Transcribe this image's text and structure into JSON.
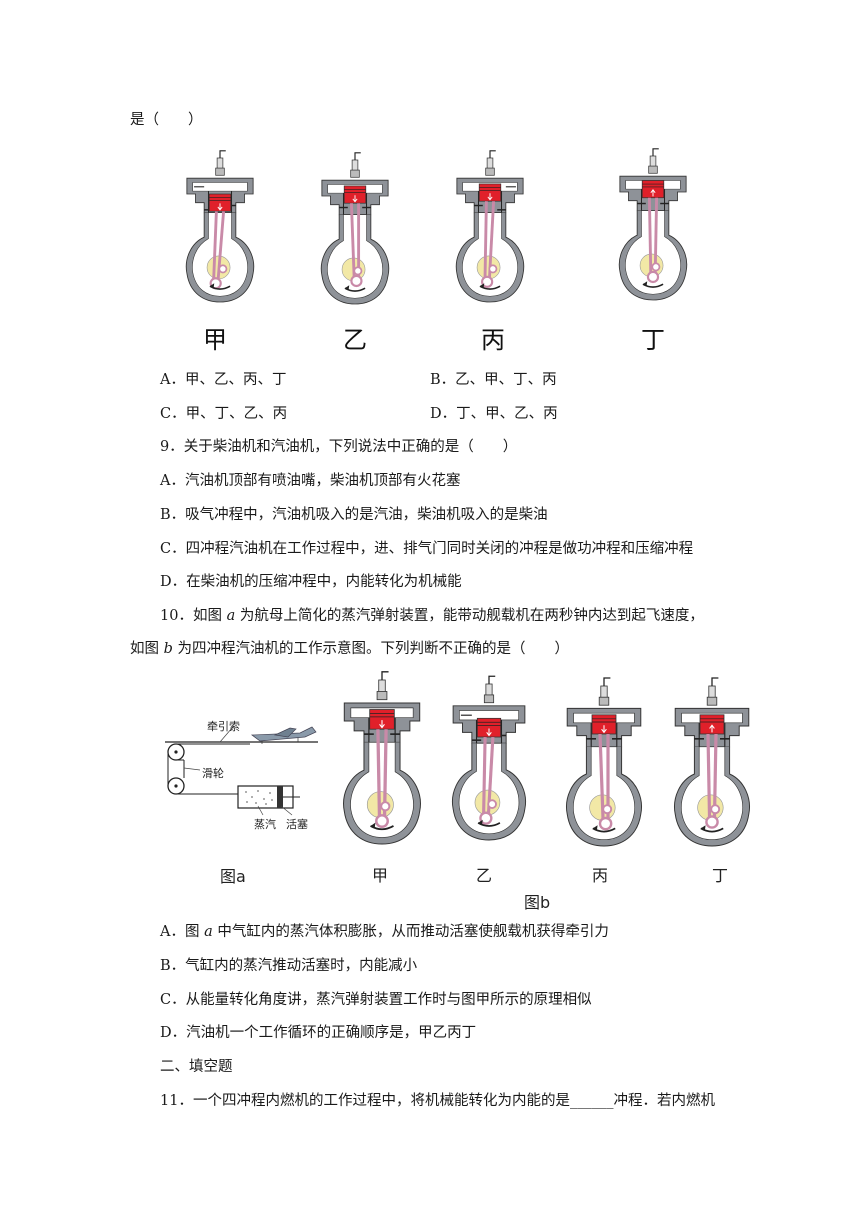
{
  "q8": {
    "stem_tail": "是（　　）",
    "figure_labels": [
      "甲",
      "乙",
      "丙",
      "丁"
    ],
    "options": [
      {
        "label": "A．甲、乙、丙、丁"
      },
      {
        "label": "B．乙、甲、丁、丙"
      },
      {
        "label": "C．甲、丁、乙、丙"
      },
      {
        "label": "D．丁、甲、乙、丙"
      }
    ]
  },
  "q9": {
    "stem": "9．关于柴油机和汽油机，下列说法中正确的是（　　）",
    "options": [
      "A．汽油机顶部有喷油嘴，柴油机顶部有火花塞",
      "B．吸气冲程中，汽油机吸入的是汽油，柴油机吸入的是柴油",
      "C．四冲程汽油机在工作过程中，进、排气门同时关闭的冲程是做功冲程和压缩冲程",
      "D．在柴油机的压缩冲程中，内能转化为机械能"
    ]
  },
  "q10": {
    "stem_line1_a": "10．如图",
    "stem_line1_var": "a",
    "stem_line1_b": "为航母上简化的蒸汽弹射装置，能带动舰载机在两秒钟内达到起飞速度，",
    "stem_line2_a": "如图",
    "stem_line2_var": "b",
    "stem_line2_b": "为四冲程汽油机的工作示意图。下列判断不正确的是（　　）",
    "fig_a": {
      "labels": {
        "rope": "牵引索",
        "pulley": "滑轮",
        "steam": "蒸汽",
        "piston": "活塞"
      },
      "caption": "图a"
    },
    "fig_b": {
      "labels": [
        "甲",
        "乙",
        "丙",
        "丁"
      ],
      "caption": "图b"
    },
    "options": [
      {
        "a": "A．图",
        "var": "a",
        "b": "中气缸内的蒸汽体积膨胀，从而推动活塞使舰载机获得牵引力"
      },
      {
        "a": "B．气缸内的蒸汽推动活塞时，内能减小"
      },
      {
        "a": "C．从能量转化角度讲，蒸汽弹射装置工作时与图甲所示的原理相似"
      },
      {
        "a": "D．汽油机一个工作循环的正确顺序是，甲乙丙丁"
      }
    ]
  },
  "section2": {
    "heading": "二、填空题"
  },
  "q11": {
    "text_a": "11．一个四冲程内燃机的工作过程中，将机械能转化为内能的是",
    "blank": "______",
    "text_b": "冲程．若内燃机"
  }
}
